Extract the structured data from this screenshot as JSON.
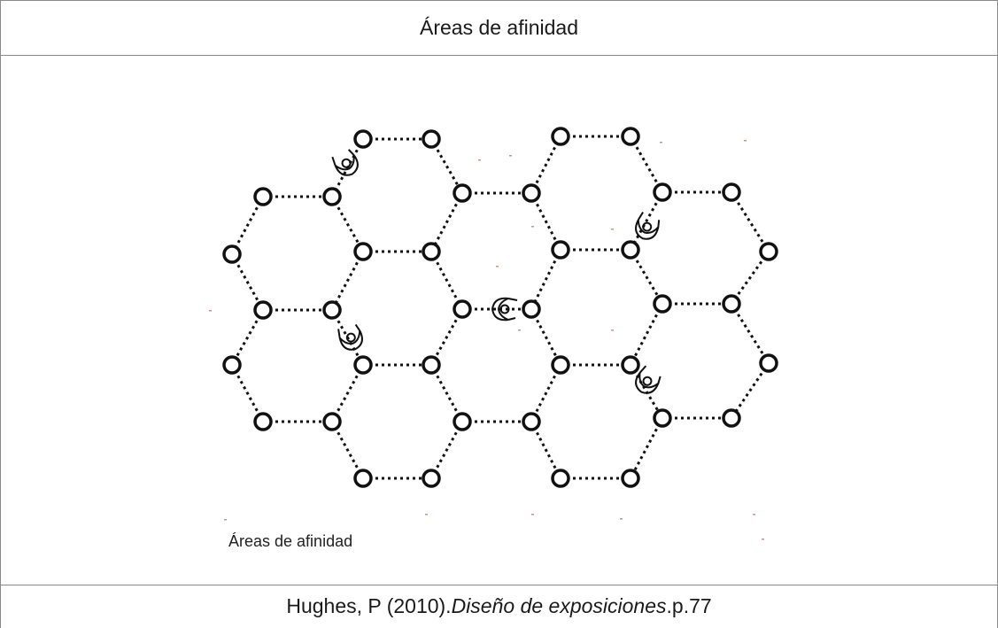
{
  "header": {
    "title": "Áreas de afinidad"
  },
  "figure": {
    "caption": "Áreas de afinidad"
  },
  "footer": {
    "author": "Hughes, P (2010). ",
    "book_title": "Diseño de exposiciones",
    "page": ".p.77"
  },
  "colors": {
    "border": "#8a8a8a",
    "ink": "#111111"
  }
}
